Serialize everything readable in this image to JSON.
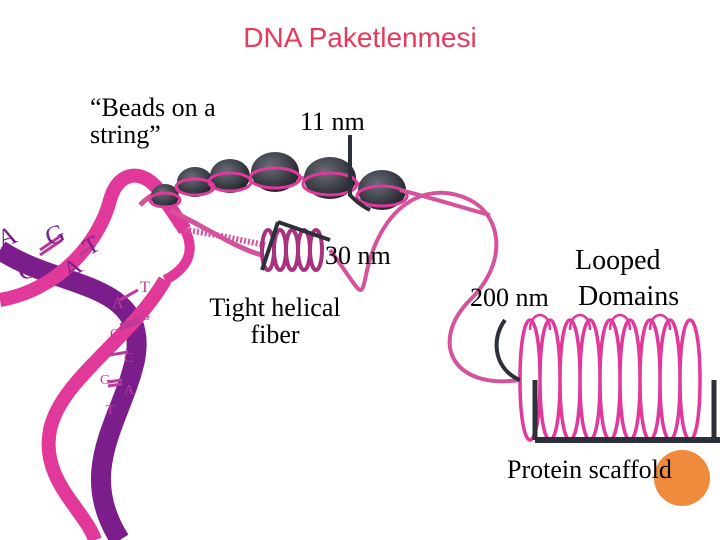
{
  "title": "DNA Paketlenmesi",
  "labels": {
    "beads_line1": "“Beads on a",
    "beads_line2": "string”",
    "nm11": "11 nm",
    "nm30": "30 nm",
    "fiber_line1": "Tight helical",
    "fiber_line2": "fiber",
    "looped_line1": "Looped",
    "looped_line2": "Domains",
    "nm200": "200 nm",
    "scaffold": "Protein scaffold"
  },
  "base_pairs": [
    "A",
    "G",
    "C",
    "A",
    "T",
    "A",
    "T",
    "C",
    "G",
    "G",
    "C",
    "T",
    "A"
  ],
  "colors": {
    "title": "#e8395b",
    "helix_dark": "#7b1e8c",
    "helix_pink": "#e0399a",
    "string": "#d4539a",
    "nucleosome": "#3a3d47",
    "scaffold_dot": "#f08a3c"
  }
}
